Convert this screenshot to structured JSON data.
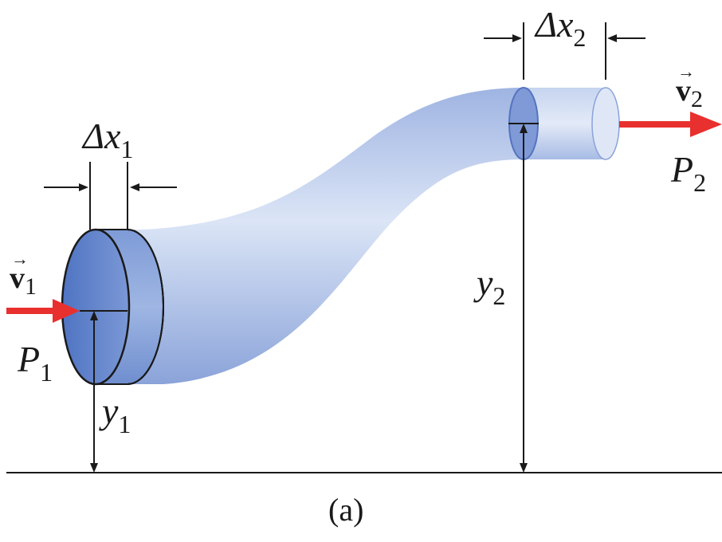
{
  "figure": {
    "caption": "(a)",
    "inlet": {
      "width_label": "Δx",
      "width_sub": "1",
      "velocity_symbol": "v",
      "velocity_sub": "1",
      "pressure_symbol": "P",
      "pressure_sub": "1",
      "height_symbol": "y",
      "height_sub": "1"
    },
    "outlet": {
      "width_label": "Δx",
      "width_sub": "2",
      "velocity_symbol": "v",
      "velocity_sub": "2",
      "pressure_symbol": "P",
      "pressure_sub": "2",
      "height_symbol": "y",
      "height_sub": "2"
    },
    "colors": {
      "pipe_light": "#d7e1f4",
      "pipe_mid": "#a9bde6",
      "pipe_dark": "#6f8fd0",
      "cap": "#5d80c9",
      "arrow": "#e8302e",
      "line": "#1a1a1a"
    }
  }
}
